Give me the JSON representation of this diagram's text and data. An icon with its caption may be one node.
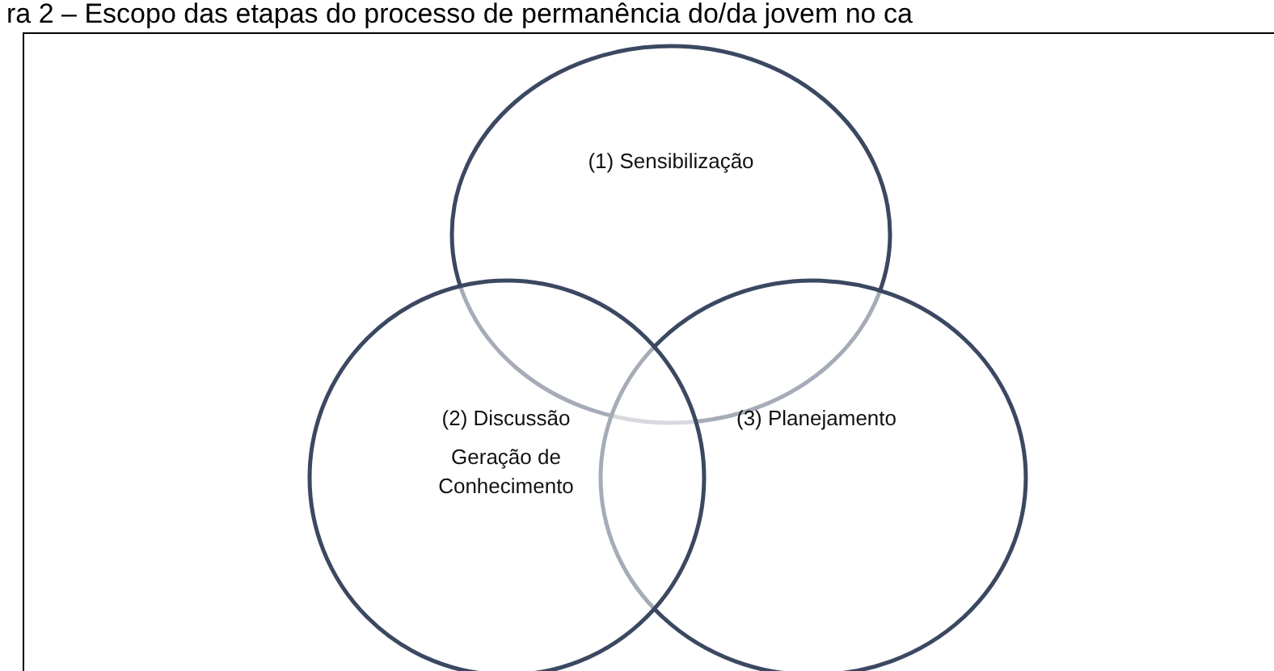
{
  "diagram": {
    "title": "ra 2 – Escopo das etapas do processo de permanência do/da jovem no ca",
    "nodes": [
      {
        "text": [
          "(1) Sensibilização"
        ]
      },
      {
        "text": [
          "(2) Discussão",
          "Geração de Conhecimento"
        ]
      },
      {
        "text": [
          "(3) Planejamento"
        ]
      }
    ],
    "edges": []
  }
}
